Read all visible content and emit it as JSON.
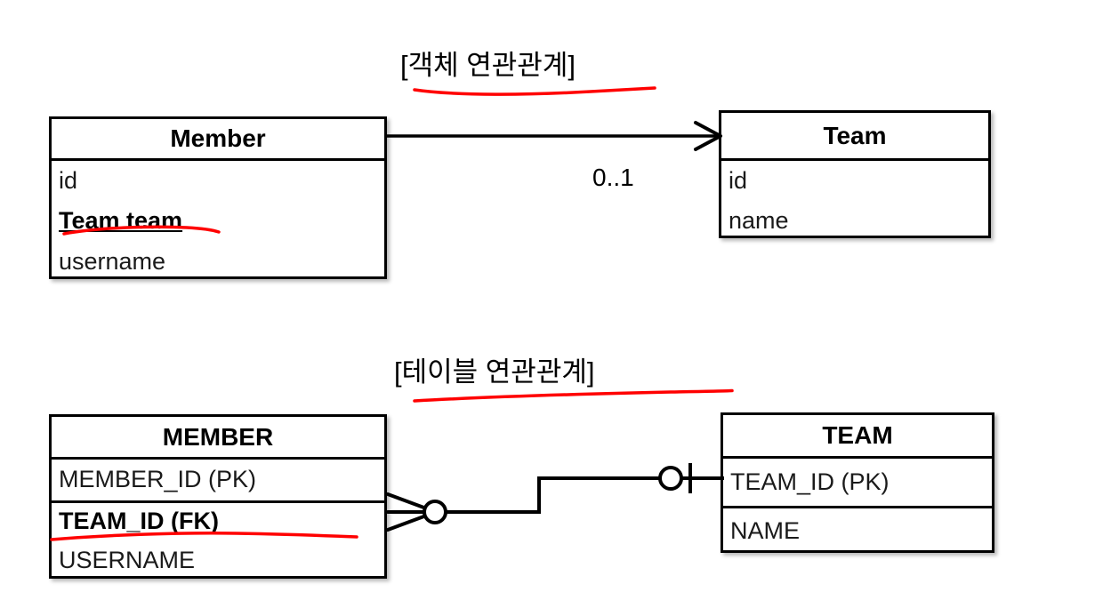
{
  "diagram": {
    "type": "entity-relationship-and-class-diagram",
    "background_color": "#ffffff",
    "annotation_color": "#ff0000",
    "line_color": "#000000"
  },
  "sections": [
    {
      "caption": "[객체 연관관계]",
      "kind": "object-association",
      "underlined": true
    },
    {
      "caption": "[테이블 연관관계]",
      "kind": "table-association",
      "underlined": true
    }
  ],
  "object_model": {
    "member_class": {
      "title": "Member",
      "fields": [
        {
          "label": "id",
          "emphasis": "none"
        },
        {
          "label": "Team team",
          "emphasis": "bold-underline-redmark"
        },
        {
          "label": "username",
          "emphasis": "none"
        }
      ]
    },
    "team_class": {
      "title": "Team",
      "fields": [
        {
          "label": "id",
          "emphasis": "none"
        },
        {
          "label": "name",
          "emphasis": "none"
        }
      ]
    },
    "association": {
      "from": "Member",
      "to": "Team",
      "arrow": "open-arrow-right",
      "multiplicity": "0..1"
    }
  },
  "table_model": {
    "member_table": {
      "title": "MEMBER",
      "columns": [
        {
          "label": "MEMBER_ID (PK)",
          "emphasis": "none"
        },
        {
          "label": "TEAM_ID (FK)",
          "emphasis": "bold-redmark"
        },
        {
          "label": "USERNAME",
          "emphasis": "none"
        }
      ]
    },
    "team_table": {
      "title": "TEAM",
      "columns": [
        {
          "label": "TEAM_ID (PK)",
          "emphasis": "none"
        },
        {
          "label": "NAME",
          "emphasis": "none"
        }
      ]
    },
    "relationship": {
      "from": "MEMBER",
      "to": "TEAM",
      "left_cardinality": "zero-or-many (crow's foot with circle)",
      "right_cardinality": "zero-or-one (circle with tick)",
      "routing": "stepped"
    }
  }
}
